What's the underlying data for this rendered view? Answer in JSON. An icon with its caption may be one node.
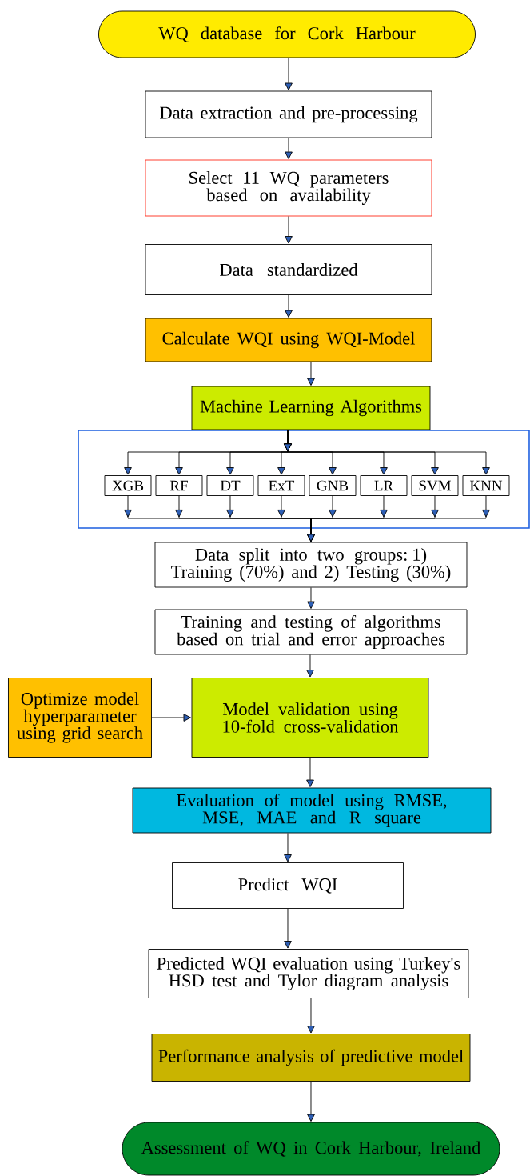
{
  "diagram": {
    "nodes": [
      {
        "text": [
          "WQ database for Cork Harbour"
        ]
      },
      {
        "text": [
          "Data extraction and pre-processing"
        ]
      },
      {
        "text": [
          "Select 11 WQ parameters based on availability"
        ]
      },
      {
        "text": [
          "Data standardized"
        ]
      },
      {
        "text": [
          "Calculate WQI using WQI-Model"
        ]
      },
      {
        "text": [
          "Machine Learning Algorithms"
        ]
      },
      {
        "text": [],
        "shape": "box"
      },
      {
        "text": [
          "XGB"
        ],
        "in": 6
      },
      {
        "text": [
          "RF"
        ],
        "in": 6
      },
      {
        "text": [
          "DT"
        ],
        "in": 6
      },
      {
        "text": [
          "ExT"
        ],
        "in": 6
      },
      {
        "text": [
          "GNB"
        ],
        "in": 6
      },
      {
        "text": [
          "LR"
        ],
        "in": 6
      },
      {
        "text": [
          "SVM"
        ],
        "in": 6
      },
      {
        "text": [
          "KNN"
        ],
        "in": 6
      },
      {
        "text": [
          "Data split into two groups: 1) Training (70%) and 2) Testing (30%)"
        ]
      },
      {
        "text": [
          "Training and testing of algorithms based on trial and error approaches"
        ]
      },
      {
        "text": [
          "Optimize model hyperparameter using grid search"
        ]
      },
      {
        "text": [
          "Model validation using 10-fold cross-validation"
        ]
      },
      {
        "text": [
          "Evaluation of model using RMSE, MSE, MAE and R square"
        ]
      },
      {
        "text": [
          "Predict WQI"
        ]
      },
      {
        "text": [
          "Predicted WQI evaluation using Turkey's HSD test and Tylor diagram analysis"
        ]
      },
      {
        "text": [
          "Performance analysis of predictive model"
        ]
      },
      {
        "text": [
          "Assessment of WQ in Cork Harbour, Ireland"
        ]
      }
    ],
    "edges": [
      {
        "from": 0,
        "to": 1,
        "arrow": "to"
      },
      {
        "from": 1,
        "to": 2,
        "arrow": "to"
      },
      {
        "from": 2,
        "to": 3,
        "arrow": "to"
      },
      {
        "from": 3,
        "to": 4,
        "arrow": "to"
      },
      {
        "from": 4,
        "to": 5,
        "arrow": "to"
      },
      {
        "from": 5,
        "to": 7,
        "arrow": "to"
      },
      {
        "from": 5,
        "to": 8,
        "arrow": "to"
      },
      {
        "from": 5,
        "to": 9,
        "arrow": "to"
      },
      {
        "from": 5,
        "to": 10,
        "arrow": "to"
      },
      {
        "from": 5,
        "to": 11,
        "arrow": "to"
      },
      {
        "from": 5,
        "to": 12,
        "arrow": "to"
      },
      {
        "from": 5,
        "to": 13,
        "arrow": "to"
      },
      {
        "from": 5,
        "to": 14,
        "arrow": "to"
      },
      {
        "from": 7,
        "to": 15,
        "arrow": "to"
      },
      {
        "from": 8,
        "to": 15,
        "arrow": "to"
      },
      {
        "from": 9,
        "to": 15,
        "arrow": "to"
      },
      {
        "from": 10,
        "to": 15,
        "arrow": "to"
      },
      {
        "from": 11,
        "to": 15,
        "arrow": "to"
      },
      {
        "from": 12,
        "to": 15,
        "arrow": "to"
      },
      {
        "from": 13,
        "to": 15,
        "arrow": "to"
      },
      {
        "from": 14,
        "to": 15,
        "arrow": "to"
      },
      {
        "from": 15,
        "to": 16,
        "arrow": "to"
      },
      {
        "from": 16,
        "to": 18,
        "arrow": "to"
      },
      {
        "from": 17,
        "to": 18,
        "arrow": "to"
      },
      {
        "from": 18,
        "to": 19,
        "arrow": "to"
      },
      {
        "from": 19,
        "to": 20,
        "arrow": "to"
      },
      {
        "from": 20,
        "to": 21,
        "arrow": "to"
      },
      {
        "from": 21,
        "to": 22,
        "arrow": "to"
      },
      {
        "from": 22,
        "to": 23,
        "arrow": "to"
      }
    ]
  }
}
